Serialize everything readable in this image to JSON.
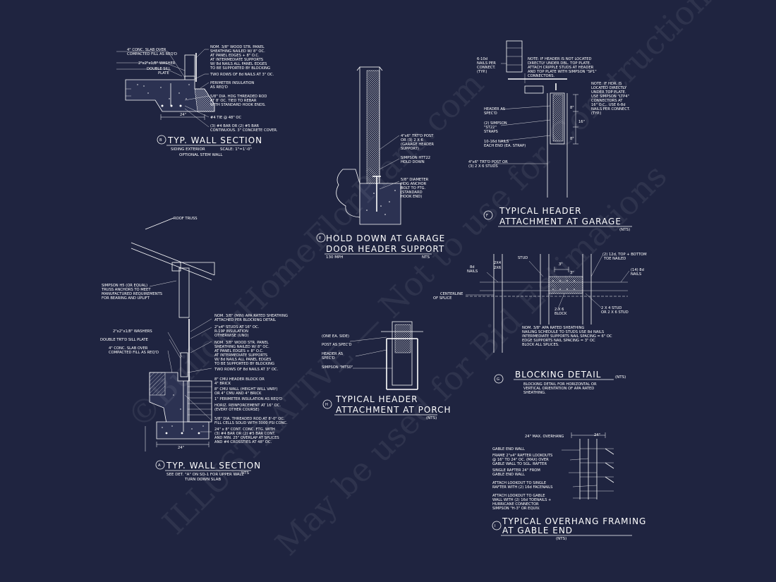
{
  "watermark": {
    "line1": "©BuilderHomeFlorPlans.com",
    "line2": "ILLUSTRATIVE — Not to use for Construction",
    "line3": "May be used for Bid Estimations"
  },
  "details": {
    "b": {
      "letter": "B",
      "title": "TYP. WALL SECTION",
      "sub1": "SIDING EXTERIOR",
      "scale": "SCALE: 1\"=1'-0\"",
      "sub2": "OPTIONAL STEM WALL",
      "left_notes": [
        "4\" CONC. SLAB OVER",
        "COMPACTED FILL AS REQ'D",
        "2\"x2\"x1/8\" WASHER",
        "DOUBLE SILL",
        "PLATE"
      ],
      "right_notes": [
        "NOM. 3/8\" WOOD STR. PANEL",
        "SHEATHING NAILED W/ 8\" OC.",
        "AT PANEL EDGES + 8\" O.C.",
        "AT INTERMEDIATE SUPPORTS",
        "W/ 8d NAILS ALL PANEL EDGES",
        "TO BE SUPPORTED BY BLOCKING",
        "TWO ROWS OF 8d NAILS AT 3\" OC.",
        "PERIMETER INSULATION",
        "AS REQ'D",
        "5/8\" DIA. HDG THREADED ROD",
        "AT 8' OC. TIED TO REBAR",
        "WITH STANDARD HOOK ENDS.",
        "#4 TIE @ 48\" OC",
        "(3) #4 BAR OR (2) #5 BAR",
        "CONTINUOUS. 3\" CONCRETE COVER."
      ],
      "dim": "24\""
    },
    "a": {
      "letter": "A",
      "title": "TYP. WALL SECTION",
      "sub1": "SEE DET. \"A\" ON SD-1 FOR UPPER WALL",
      "nts": "NTS",
      "sub2": "TURN DOWN SLAB",
      "roof": "ROOF TRUSS",
      "left_notes": [
        "SIMPSON H5 (OR EQUAL)",
        "TRUSS ANCHORS TO MEET",
        "MANUFACTURED REQUIREMENTS",
        "FOR BEARING AND UPLIFT",
        "2\"x2\"x1/8\" WASHERS",
        "DOUBLE TRT'D SILL PLATE",
        "4\" CONC. SLAB OVER",
        "COMPACTED FILL AS REQ'D"
      ],
      "right_notes": [
        "NOM. 3/8\" (MIN) APA RATED SHEATHING",
        "ATTACHED PER BLOCKING DETAIL",
        "2\"x4\" STUDS AT 16\" OC.",
        "R-19P INSULATION",
        "OTHERWISE (UNO)",
        "NOM. 3/8\" WOOD STR. PANEL",
        "SHEATHING NAILED W/ 8\" OC.",
        "AT PANEL EDGES + 8\" O.C.",
        "AT INTERMEDIATE SUPPORTS",
        "W/ 8d NAILS ALL PANEL EDGES",
        "TO BE SUPPORTED BY BLOCKING",
        "TWO ROWS OF 8d NAILS AT 3\" OC.",
        "8\" CMU HEADER BLOCK OR",
        "4\" BRICK",
        "8\" CMU WALL (HEIGHT WILL VARY)",
        "OR 4\" CMU AND 4\" BRICK",
        "1\" PERIMETER INSULATION AS REQ'D",
        "HORIZ. REINFORCEMENT AT 16\" OC.",
        "(EVERY OTHER COURSE)",
        "5/8\" DIA. THREADED ROD AT 8'-0\" OC.",
        "FILL CELLS SOLID WITH 3000 PSI CONC.",
        "24\" x 8\" CONT. CONC. FTG. WITH",
        "(3) #4 BAR OR (2) #5 BAR CONT.",
        "AND MIN. 25\" OVERLAP AT SPLICES",
        "AND #4 CROSSTIES AT 48\" OC."
      ],
      "dim": "24\""
    },
    "e": {
      "letter": "E",
      "title1": "HOLD DOWN AT GARAGE",
      "title2": "DOOR HEADER SUPPORT",
      "mph": "130 MPH",
      "nts": "NTS",
      "notes": [
        "4\"x6\" TRT'D POST",
        "OR (3) 2 X 6",
        "(GARAGE HEADER",
        "SUPPORT)",
        "SIMPSON HTT22",
        "HOLD DOWN",
        "5/8\" DIAMETER",
        "HDG ANCHOR",
        "BOLT TO FTG.",
        "(STANDARD",
        "HOOK END)"
      ]
    },
    "f": {
      "letter": "F",
      "title1": "TYPICAL HEADER",
      "title2": "ATTACHMENT AT GARAGE",
      "nts": "(NTS)",
      "left_notes": [
        "6-10d",
        "NAILS PER",
        "CONNECT.",
        "(TYP.)",
        "HEADER AS",
        "SPEC'D",
        "(2) SIMPSON",
        "\"ST22\"",
        "STRAPS",
        "10-16d NAILS",
        "EACH END (EA. STRAP)",
        "4\"x6\" TRT'D POST OR",
        "(3) 2 X 6 STUDS"
      ],
      "top_note": [
        "NOTE: IF HEADER IS NOT LOCATED",
        "DIRECTLY UNDER DBL. TOP PLATE.",
        "ATTACH CRIPPLE STUDS AT HEADER",
        "AND TOP PLATE WITH SIMPSON \"SP1\"",
        "CONNECTORS."
      ],
      "right_note": [
        "NOTE: IF HDR. IS",
        "LOCATED DIRECTLY",
        "UNDER TOP PLATE.",
        "USE SIMPSON \"LTP4\"",
        "CONNECTORS AT",
        "16\" O.C.. USE 6-8d",
        "NAILS PER CONNECT.",
        "(TYP.)"
      ],
      "dims": [
        "8\"",
        "16\"",
        "8\""
      ]
    },
    "g": {
      "letter": "G",
      "title": "BLOCKING DETAIL",
      "nts": "(NTS)",
      "desc": [
        "BLOCKING DETAIL FOR HORIZONTAL OR",
        "VERTICAL ORIENTATION OF APA RATED",
        "SHEATHING."
      ],
      "labels": [
        "8d",
        "NAILS",
        "2X4",
        "2X6",
        "STUD",
        "3\"",
        "3\"",
        "CENTERLINE",
        "OF SPLICE",
        "2 X 6",
        "BLOCK",
        "2 X 4 STUD",
        "OR 2 X 6 STUD",
        "(2) 12d, TOP + BOTTOM",
        "TOE NAILED",
        "(14) 8d",
        "NAILS"
      ],
      "note": [
        "NOM. 3/8\" APA RATED SHEATHING",
        "NAILING SCHEDULE TO STUDS USE 8d NAILS",
        "INTERMEDIATE SUPPORTS NAIL SPACING = 6\" OC",
        "EDGE SUPPORTS NAIL SPACING = 3\" OC",
        "BLOCK ALL SPLICES."
      ]
    },
    "h": {
      "letter": "H",
      "title1": "TYPICAL HEADER",
      "title2": "ATTACHMENT AT PORCH",
      "nts": "(NTS)",
      "notes": [
        "(ONE EA. SIDE)",
        "POST AS SPEC'D",
        "HEADER AS",
        "SPEC'D",
        "SIMPSON \"MTS0\""
      ]
    },
    "i": {
      "letter": "I",
      "title1": "TYPICAL OVERHANG FRAMING",
      "title2": "AT GABLE END",
      "nts": "(NTS)",
      "top": "24\" MAX. OVERHANG",
      "dim": "24\"",
      "notes": [
        "GABLE END WALL",
        "FRAME 2\"x4\" RAFTER LOOKOUTS",
        "@ 16\" TO 24\" OC. (MAX) OVER",
        "GABLE WALL TO SGL. RAFTER",
        "SINGLE RAFTER 24\" FROM",
        "GABLE END WALL",
        "ATTACH LOOKOUT TO SINGLE",
        "RAFTER WITH (2) 16d FACENAILS",
        "ATTACH LOOKOUT TO GABLE",
        "WALL WITH (2) 16d TOENAILS +",
        "HURRICANE CONNECTOR",
        "SIMPSON \"H-3\" OR EQUIV."
      ]
    }
  }
}
